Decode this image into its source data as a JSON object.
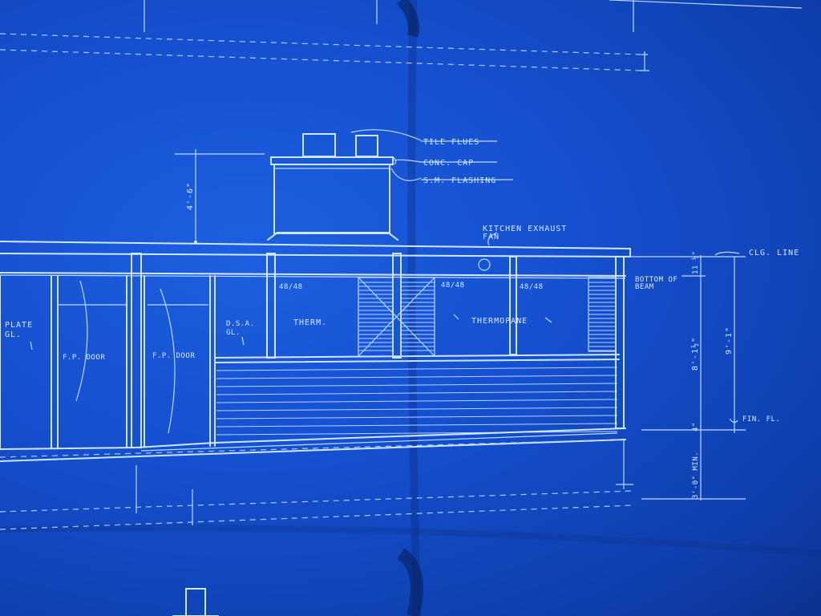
{
  "labels": {
    "tile_flues": "TILE FLUES",
    "conc_cap": "CONC. CAP",
    "sm_flashing": "S.M. FLASHING",
    "kitchen_exhaust": "KITCHEN EXHAUST",
    "kitchen_exhaust_2": "FAN",
    "clg_line": "CLG. LINE",
    "bottom_of": "BOTTOM OF",
    "beam": "BEAM",
    "fin_fl": "FIN. FL.",
    "plate_gl_1": "PLATE",
    "plate_gl_2": "GL.",
    "fp_door_1": "F.P. DOOR",
    "fp_door_2": "F.P. DOOR",
    "dsa_1": "D.S.A.",
    "dsa_2": "GL.",
    "therm": "THERM.",
    "thermopane": "THERMOPANE",
    "size_1": "48/48",
    "size_2": "48/48",
    "size_3": "48/48"
  },
  "dimensions": {
    "chimney_height": "4'-6\"",
    "beam_depth": "11 ½\"",
    "ceiling_height": "8'-1½\"",
    "total_height": "9'-1\"",
    "slab": "4\"",
    "min_depth": "3'-0\" MIN."
  }
}
